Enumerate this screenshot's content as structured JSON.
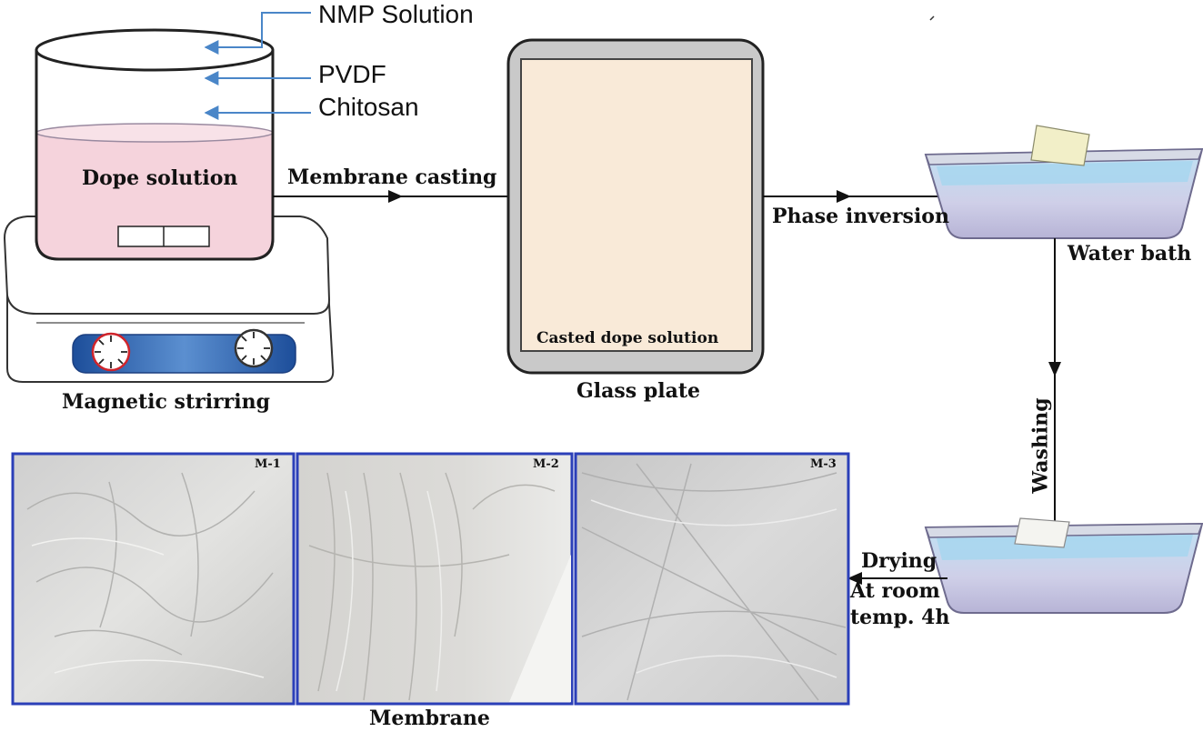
{
  "inputs": {
    "nmp": "NMP Solution",
    "pvdf": "PVDF",
    "chitosan": "Chitosan"
  },
  "beaker": {
    "label": "Dope solution"
  },
  "stirrer": {
    "label": "Magnetic strirring"
  },
  "steps": {
    "casting": "Membrane casting",
    "phase_inversion": "Phase inversion",
    "washing": "Washing",
    "drying": "Drying",
    "drying_condition_line1": "At room",
    "drying_condition_line2": "temp. 4h"
  },
  "glass_plate": {
    "inner_label": "Casted dope solution",
    "label": "Glass plate"
  },
  "water_bath": {
    "label": "Water bath"
  },
  "membranes": {
    "label": "Membrane",
    "samples": [
      "M-1",
      "M-2",
      "M-3"
    ]
  },
  "colors": {
    "arrow_blue": "#4a86c8",
    "solution_pink": "#f5d3dc",
    "plate_fill": "#f9ead8",
    "frame_blue": "#2b3fb8",
    "water": "#a9d6ee"
  }
}
